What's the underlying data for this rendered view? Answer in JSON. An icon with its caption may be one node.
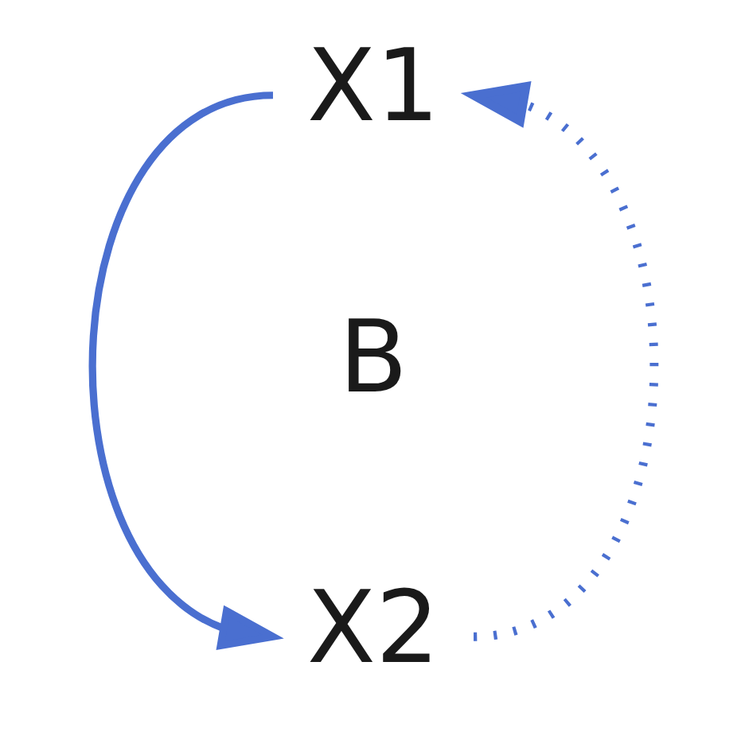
{
  "diagram": {
    "nodes": [
      {
        "text": [
          "X1"
        ]
      },
      {
        "text": [
          "X2"
        ]
      }
    ],
    "edges": [
      {
        "from": 0,
        "to": 1,
        "arrow": "to"
      },
      {
        "from": 1,
        "to": 0,
        "arrow": "to",
        "style": "dashed"
      }
    ],
    "labels": [
      "B"
    ]
  }
}
